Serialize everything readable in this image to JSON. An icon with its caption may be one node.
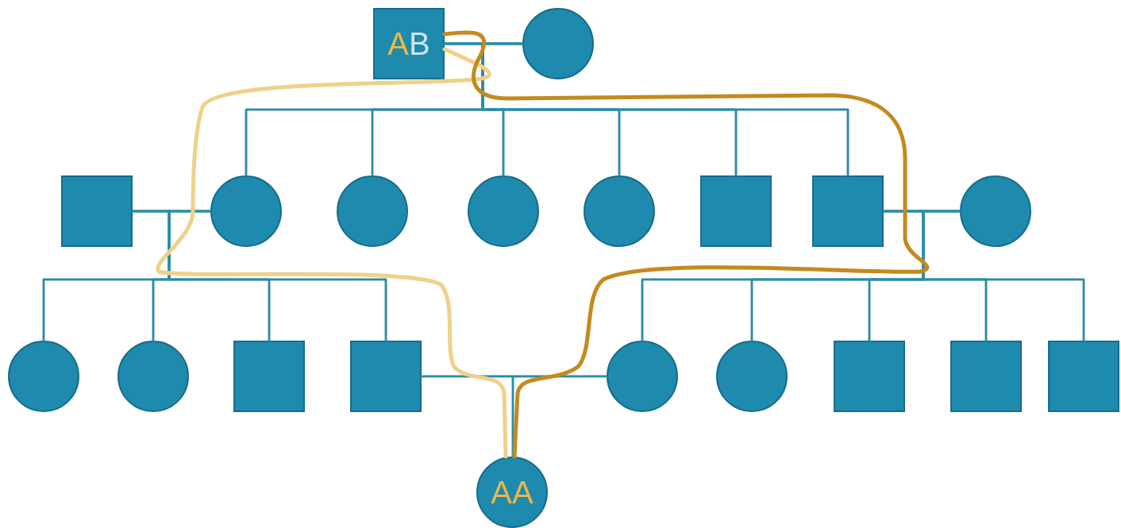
{
  "diagram": {
    "nodes": [
      {
        "text": [
          "A",
          "B"
        ]
      },
      {
        "text": [],
        "shape": "circle"
      },
      {
        "text": [],
        "shape": "box"
      },
      {
        "text": [],
        "shape": "circle"
      },
      {
        "text": [],
        "shape": "circle"
      },
      {
        "text": [],
        "shape": "circle"
      },
      {
        "text": [],
        "shape": "circle"
      },
      {
        "text": [],
        "shape": "box"
      },
      {
        "text": [],
        "shape": "box"
      },
      {
        "text": [],
        "shape": "circle"
      },
      {
        "text": [],
        "shape": "circle"
      },
      {
        "text": [],
        "shape": "circle"
      },
      {
        "text": [],
        "shape": "box"
      },
      {
        "text": [],
        "shape": "box"
      },
      {
        "text": [],
        "shape": "circle"
      },
      {
        "text": [],
        "shape": "circle"
      },
      {
        "text": [],
        "shape": "box"
      },
      {
        "text": [],
        "shape": "box"
      },
      {
        "text": [],
        "shape": "box"
      },
      {
        "text": [
          "A",
          "A"
        ]
      }
    ],
    "edges": [
      {
        "from": 0,
        "to": 1,
        "arrow": "none"
      },
      {
        "from": 0,
        "to": 3,
        "arrow": "none"
      },
      {
        "from": 0,
        "to": 4,
        "arrow": "none"
      },
      {
        "from": 0,
        "to": 5,
        "arrow": "none"
      },
      {
        "from": 0,
        "to": 6,
        "arrow": "none"
      },
      {
        "from": 0,
        "to": 7,
        "arrow": "none"
      },
      {
        "from": 0,
        "to": 8,
        "arrow": "none"
      },
      {
        "from": 1,
        "to": 3,
        "arrow": "none"
      },
      {
        "from": 1,
        "to": 4,
        "arrow": "none"
      },
      {
        "from": 1,
        "to": 5,
        "arrow": "none"
      },
      {
        "from": 1,
        "to": 6,
        "arrow": "none"
      },
      {
        "from": 1,
        "to": 7,
        "arrow": "none"
      },
      {
        "from": 1,
        "to": 8,
        "arrow": "none"
      },
      {
        "from": 2,
        "to": 3,
        "arrow": "none"
      },
      {
        "from": 2,
        "to": 10,
        "arrow": "none"
      },
      {
        "from": 2,
        "to": 11,
        "arrow": "none"
      },
      {
        "from": 2,
        "to": 12,
        "arrow": "none"
      },
      {
        "from": 2,
        "to": 13,
        "arrow": "none"
      },
      {
        "from": 3,
        "to": 10,
        "arrow": "none"
      },
      {
        "from": 3,
        "to": 11,
        "arrow": "none"
      },
      {
        "from": 3,
        "to": 12,
        "arrow": "none"
      },
      {
        "from": 3,
        "to": 13,
        "arrow": "none"
      },
      {
        "from": 8,
        "to": 9,
        "arrow": "none"
      },
      {
        "from": 8,
        "to": 14,
        "arrow": "none"
      },
      {
        "from": 8,
        "to": 15,
        "arrow": "none"
      },
      {
        "from": 8,
        "to": 16,
        "arrow": "none"
      },
      {
        "from": 8,
        "to": 17,
        "arrow": "none"
      },
      {
        "from": 8,
        "to": 18,
        "arrow": "none"
      },
      {
        "from": 9,
        "to": 14,
        "arrow": "none"
      },
      {
        "from": 9,
        "to": 15,
        "arrow": "none"
      },
      {
        "from": 9,
        "to": 16,
        "arrow": "none"
      },
      {
        "from": 9,
        "to": 17,
        "arrow": "none"
      },
      {
        "from": 9,
        "to": 18,
        "arrow": "none"
      },
      {
        "from": 13,
        "to": 14,
        "arrow": "none"
      },
      {
        "from": 13,
        "to": 19,
        "arrow": "none"
      },
      {
        "from": 14,
        "to": 19,
        "arrow": "none"
      },
      {
        "from": 0,
        "to": 19,
        "arrow": "to",
        "style": "thick",
        "color": "#f0d08a"
      },
      {
        "from": 0,
        "to": 19,
        "arrow": "to",
        "style": "thick",
        "color": "#c48a1e"
      }
    ]
  }
}
